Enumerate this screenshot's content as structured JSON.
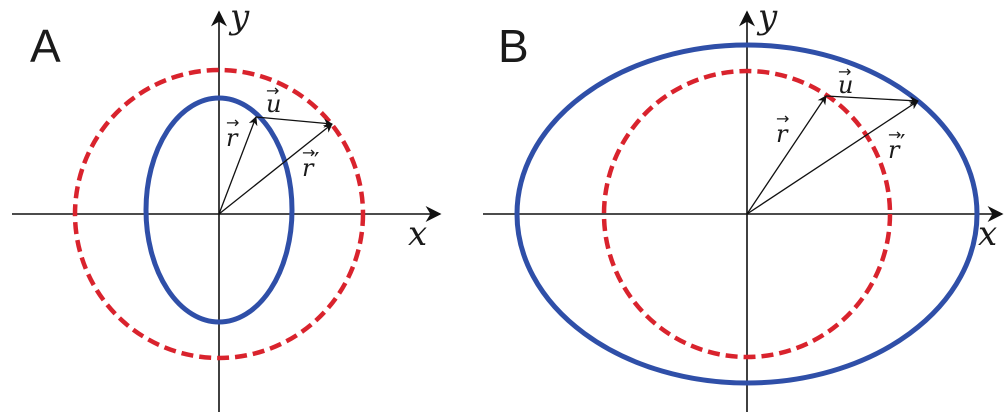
{
  "panels": [
    {
      "label": "A",
      "x_label": "x",
      "y_label": "y",
      "vectors": {
        "r": "r",
        "u": "u",
        "r_prime": "r",
        "prime_mark": "′",
        "arrow": "→"
      },
      "colors": {
        "ellipse": "#2f4fa8",
        "circle": "#d9232d",
        "axes": "#111111"
      }
    },
    {
      "label": "B",
      "x_label": "x",
      "y_label": "y",
      "vectors": {
        "r": "r",
        "u": "u",
        "r_prime": "r",
        "prime_mark": "′",
        "arrow": "→"
      },
      "colors": {
        "ellipse": "#2f4fa8",
        "circle": "#d9232d",
        "axes": "#111111"
      }
    }
  ]
}
